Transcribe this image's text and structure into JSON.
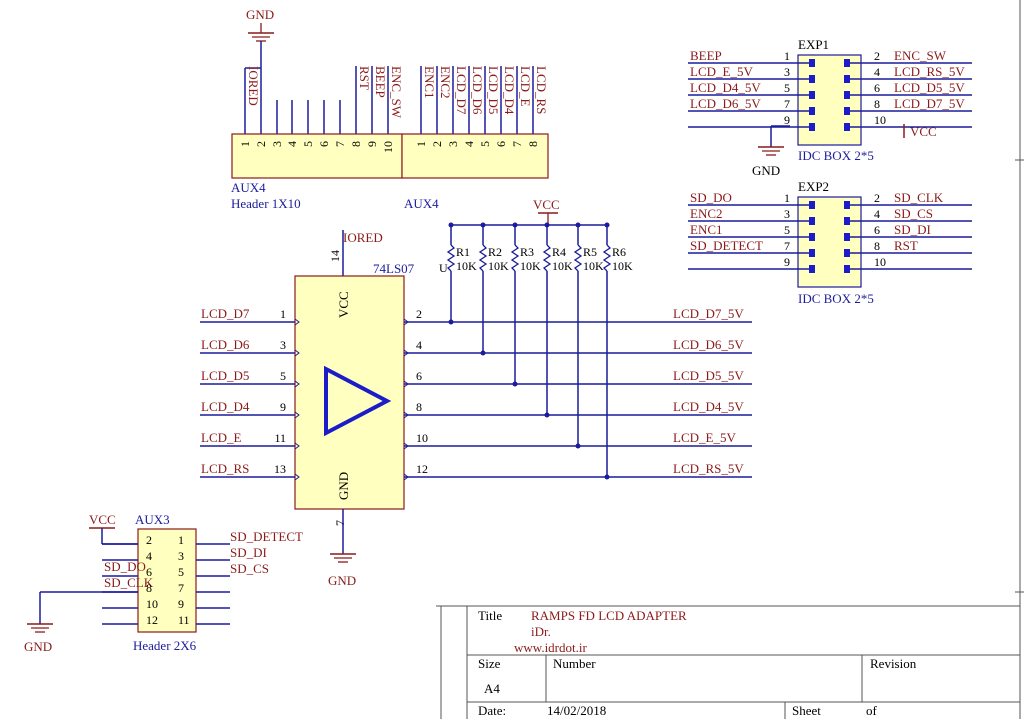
{
  "colors": {
    "wire": "#1c1c9c",
    "part": "#8b1a1a",
    "label": "#8b1a1a",
    "body_fill": "#ffffc0",
    "pin_num": "#000000",
    "power": "#8b1a1a",
    "designator": "#1c1c9c",
    "triangle": "#1c1cc8"
  },
  "gnd_label": "GND",
  "vcc_label": "VCC",
  "aux4": {
    "designator": "AUX4",
    "comment": "Header 1X10",
    "designator2": "AUX4",
    "left_pins": [
      "1",
      "2",
      "3",
      "4",
      "5",
      "6",
      "7",
      "8",
      "9",
      "10"
    ],
    "left_nets": [
      "IORED",
      "",
      "",
      "",
      "",
      "",
      "",
      "RST",
      "BEEP",
      "ENC_SW"
    ],
    "right_pins": [
      "1",
      "2",
      "3",
      "4",
      "5",
      "6",
      "7",
      "8"
    ],
    "right_nets": [
      "ENC1",
      "ENC2",
      "LCD_D7",
      "LCD_D6",
      "LCD_D5",
      "LCD_D4",
      "LCD_E",
      "LCD_RS"
    ]
  },
  "buffer": {
    "designator": "74LS07",
    "vcc": "VCC",
    "gnd": "GND",
    "vcc_pin": "14",
    "gnd_pin": "7",
    "vcc_net": "IORED",
    "inputs": [
      {
        "pin": "1",
        "net": "LCD_D7"
      },
      {
        "pin": "3",
        "net": "LCD_D6"
      },
      {
        "pin": "5",
        "net": "LCD_D5"
      },
      {
        "pin": "9",
        "net": "LCD_D4"
      },
      {
        "pin": "11",
        "net": "LCD_E"
      },
      {
        "pin": "13",
        "net": "LCD_RS"
      }
    ],
    "outputs": [
      {
        "pin": "2",
        "net": "LCD_D7_5V"
      },
      {
        "pin": "4",
        "net": "LCD_D6_5V"
      },
      {
        "pin": "6",
        "net": "LCD_D5_5V"
      },
      {
        "pin": "8",
        "net": "LCD_D4_5V"
      },
      {
        "pin": "10",
        "net": "LCD_E_5V"
      },
      {
        "pin": "12",
        "net": "LCD_RS_5V"
      }
    ]
  },
  "resistors": [
    {
      "ref": "R1",
      "value": "10K"
    },
    {
      "ref": "R2",
      "value": "10K"
    },
    {
      "ref": "R3",
      "value": "10K"
    },
    {
      "ref": "R4",
      "value": "10K"
    },
    {
      "ref": "R5",
      "value": "10K"
    },
    {
      "ref": "R6",
      "value": "10K"
    }
  ],
  "resistor_fragment": "U",
  "exp1": {
    "designator": "EXP1",
    "comment": "IDC BOX 2*5",
    "left": [
      {
        "pin": "1",
        "net": "BEEP"
      },
      {
        "pin": "3",
        "net": "LCD_E_5V"
      },
      {
        "pin": "5",
        "net": "LCD_D4_5V"
      },
      {
        "pin": "7",
        "net": "LCD_D6_5V"
      },
      {
        "pin": "9",
        "net": ""
      }
    ],
    "right": [
      {
        "pin": "2",
        "net": "ENC_SW"
      },
      {
        "pin": "4",
        "net": "LCD_RS_5V"
      },
      {
        "pin": "6",
        "net": "LCD_D5_5V"
      },
      {
        "pin": "8",
        "net": "LCD_D7_5V"
      },
      {
        "pin": "10",
        "net": ""
      }
    ],
    "gnd": "GND",
    "vcc": "VCC"
  },
  "exp2": {
    "designator": "EXP2",
    "comment": "IDC BOX 2*5",
    "left": [
      {
        "pin": "1",
        "net": "SD_DO"
      },
      {
        "pin": "3",
        "net": "ENC2"
      },
      {
        "pin": "5",
        "net": "ENC1"
      },
      {
        "pin": "7",
        "net": "SD_DETECT"
      },
      {
        "pin": "9",
        "net": ""
      }
    ],
    "right": [
      {
        "pin": "2",
        "net": "SD_CLK"
      },
      {
        "pin": "4",
        "net": "SD_CS"
      },
      {
        "pin": "6",
        "net": "SD_DI"
      },
      {
        "pin": "8",
        "net": "RST"
      },
      {
        "pin": "10",
        "net": ""
      }
    ]
  },
  "aux3": {
    "designator": "AUX3",
    "comment": "Header 2X6",
    "left_pins": [
      "2",
      "4",
      "6",
      "8",
      "10",
      "12"
    ],
    "right_pins": [
      "1",
      "3",
      "5",
      "7",
      "9",
      "11"
    ],
    "left_nets": [
      "",
      "SD_DO",
      "SD_CLK",
      "",
      "",
      ""
    ],
    "right_nets": [
      "SD_DETECT",
      "SD_DI",
      "SD_CS",
      "",
      "",
      ""
    ],
    "vcc": "VCC",
    "gnd": "GND"
  },
  "title_block": {
    "title_label": "Title",
    "title": "RAMPS FD LCD ADAPTER",
    "author": "iDr.",
    "website": "www.idrdot.ir",
    "size_label": "Size",
    "size": "A4",
    "number_label": "Number",
    "revision_label": "Revision",
    "date_label": "Date:",
    "date": "14/02/2018",
    "sheet_label": "Sheet",
    "of_label": "of"
  }
}
